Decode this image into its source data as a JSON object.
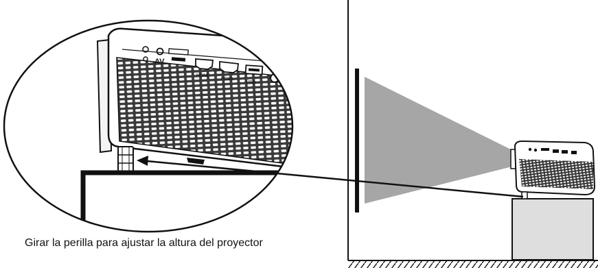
{
  "caption": "Girar la perilla para ajustar la altura del proyector",
  "port_labels": {
    "av": "AV",
    "hdmi1": "HDMI",
    "hdmi2": "HDMI",
    "usb": "USB"
  },
  "colors": {
    "line": "#111111",
    "beam": "#a6a6a6",
    "table": "#dedede",
    "body": "#ffffff"
  }
}
